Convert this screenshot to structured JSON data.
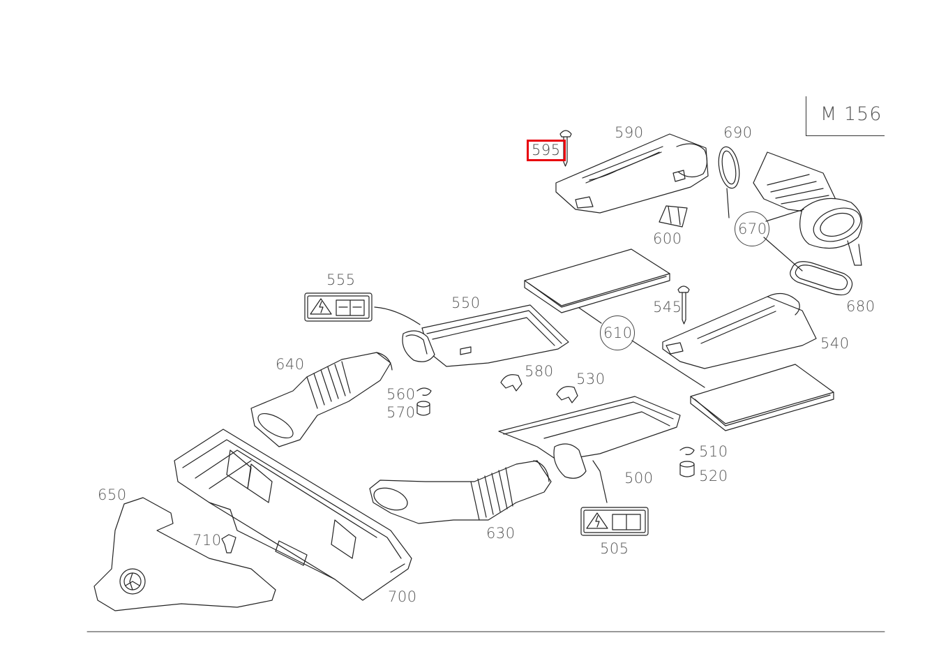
{
  "diagram": {
    "engine_code": "M 156",
    "selected_part": "595",
    "callouts": {
      "c590": "590",
      "c595": "595",
      "c690": "690",
      "c600": "600",
      "c670": "670",
      "c680": "680",
      "c555": "555",
      "c550": "550",
      "c545": "545",
      "c610": "610",
      "c540": "540",
      "c640": "640",
      "c580": "580",
      "c530": "530",
      "c560": "560",
      "c570": "570",
      "c510": "510",
      "c520": "520",
      "c500": "500",
      "c650": "650",
      "c710": "710",
      "c630": "630",
      "c505": "505",
      "c700": "700"
    }
  },
  "colors": {
    "line": "#222222",
    "label": "#555555",
    "highlight": "#e8000d"
  }
}
